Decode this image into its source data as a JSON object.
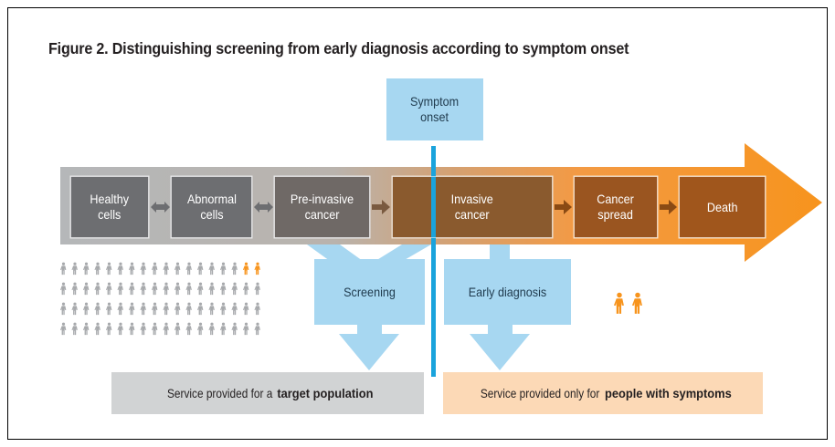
{
  "figure": {
    "title": "Figure 2. Distinguishing screening from early diagnosis according to symptom onset",
    "symptom_onset": "Symptom\nonset",
    "stages": [
      {
        "label": "Healthy\ncells"
      },
      {
        "label": "Abnormal\ncells"
      },
      {
        "label": "Pre-invasive\ncancer"
      },
      {
        "label": "Invasive\ncancer"
      },
      {
        "label": "Cancer\nspread"
      },
      {
        "label": "Death"
      }
    ],
    "screening_label": "Screening",
    "early_diagnosis_label": "Early diagnosis",
    "service_left_prefix": "Service provided for a ",
    "service_left_bold": "target population",
    "service_right_prefix": "Service provided only for ",
    "service_right_bold": "people with symptoms"
  },
  "colors": {
    "gray_stage": "#6d6e71",
    "brown_stage": "#8a5a2e",
    "orange_stage": "#a0561c",
    "light_blue": "#a7d7f1",
    "blue_line": "#1aa3dc",
    "orange": "#f7941d",
    "gray_band": "#d1d3d4",
    "peach_band": "#fcd9b6"
  },
  "icons": {
    "person_icon": "person-figure",
    "double_arrow": "double-headed-arrow",
    "right_arrow": "right-arrow"
  }
}
